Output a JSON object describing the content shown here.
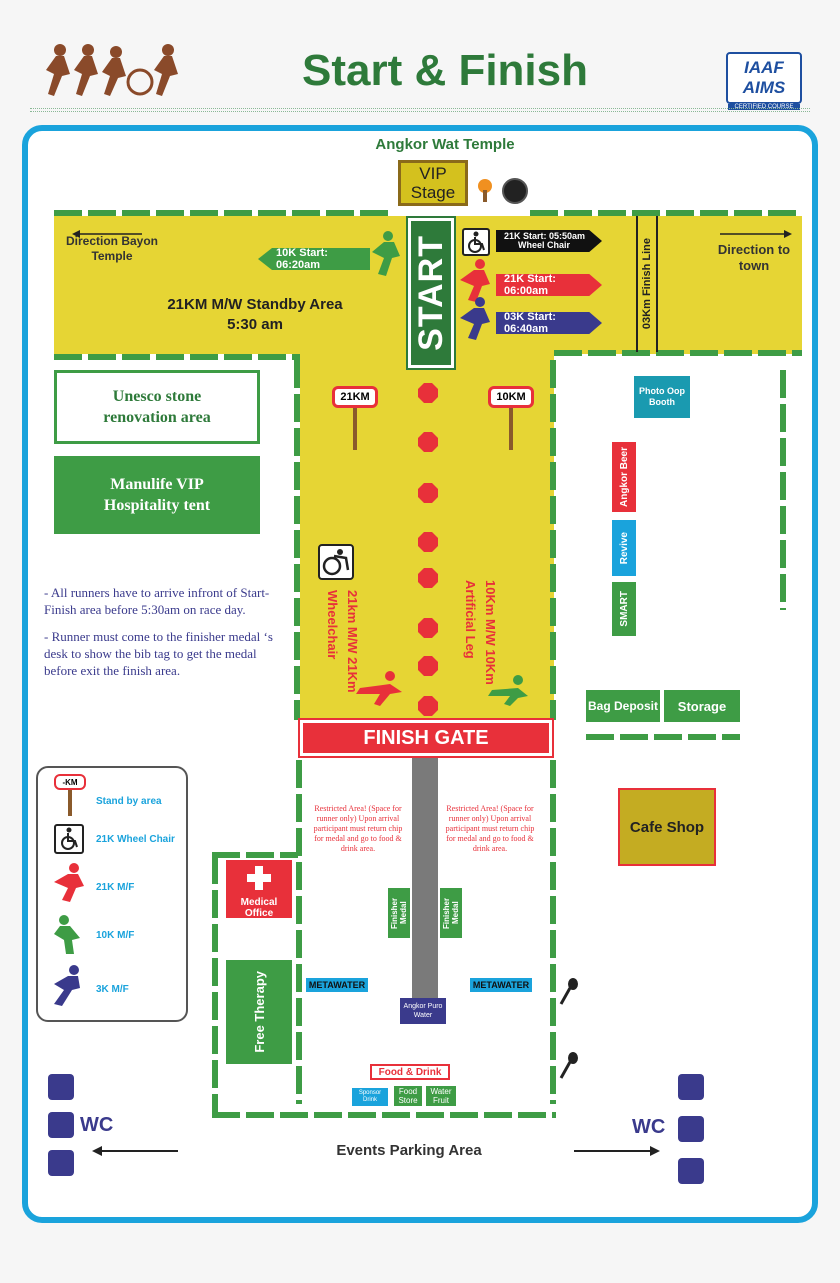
{
  "header": {
    "title": "Start & Finish",
    "logo_text": "IAAF AIMS",
    "logo_subtext": "CERTIFIED COURSE"
  },
  "top_label": "Angkor Wat Temple",
  "vip_stage": "VIP Stage",
  "direction_left": "Direction Bayon Temple",
  "direction_right": "Direction to town",
  "standby": "21KM M/W Standby Area",
  "standby_time": "5:30 am",
  "start": "START",
  "finish_line": "03Km Finish Line",
  "starts": {
    "k10": "10K Start: 06:20am",
    "k21wc": "21K Start: 05:50am",
    "k21wc_sub": "Wheel Chair",
    "k21": "21K Start: 06:00am",
    "k3": "03K Start: 06:40am"
  },
  "signs": {
    "s21": "21KM",
    "s10": "10KM",
    "legend_sign": "-KM"
  },
  "unesco": "Unesco stone renovation area",
  "manulife": "Manulife VIP Hospitality tent",
  "notes": [
    "- All runners have to arrive infront of Start-Finish area before 5:30am on race day.",
    "- Runner must come to the finisher medal ‘s desk to show the bib tag to get the medal before exit the finish area."
  ],
  "lane_21": "21km M/W 21Km Wheelchair",
  "lane_10": "10Km M/W 10Km Artificial Leg",
  "finish_gate": "FINISH GATE",
  "restricted": "Restricted Area! (Space for runner only) Upon arrival participant must return chip for medal and go to food & drink area.",
  "finisher_medal": "Finisher Medal",
  "metawater": "METAWATER",
  "water": "Angkor Puro Water",
  "food_drink": "Food & Drink",
  "sponsor": "Sponsor Drink",
  "food_store": "Food Store",
  "water_fruit": "Water Fruit",
  "medical": "Medical Office",
  "therapy": "Free Therapy",
  "photo": "Photo Oop Booth",
  "angkor_beer": "Angkor Beer",
  "revive": "Revive",
  "smart": "SMART",
  "bag": "Bag Deposit",
  "storage": "Storage",
  "cafe": "Cafe Shop",
  "parking": "Events Parking Area",
  "wc": "WC",
  "legend": [
    "Stand by area",
    "21K Wheel Chair",
    "21K M/F",
    "10K M/F",
    "3K M/F"
  ],
  "colors": {
    "green": "#3e9c45",
    "yellow": "#e6d534",
    "red": "#e8303a",
    "blue": "#1aa3dc",
    "navy": "#3a3a8c"
  }
}
